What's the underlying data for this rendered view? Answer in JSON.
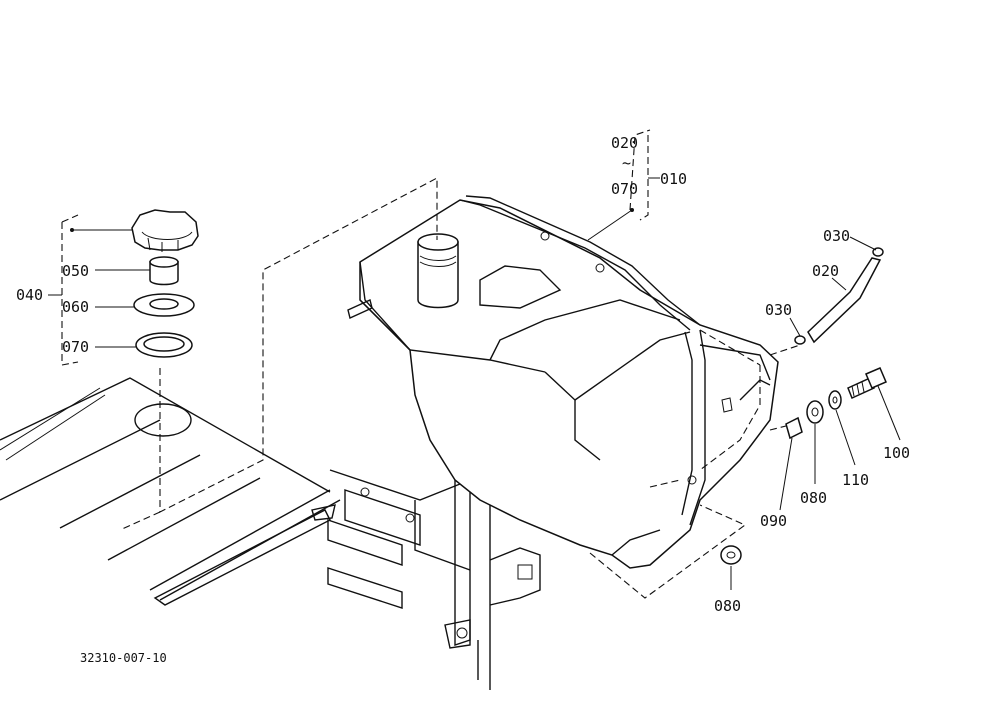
{
  "diagram": {
    "drawing_number": "32310-007-10",
    "callouts": {
      "c_020_top": "020",
      "c_wave": "~",
      "c_070_top": "070",
      "c_010": "010",
      "c_040": "040",
      "c_050": "050",
      "c_060": "060",
      "c_070_left": "070",
      "c_030_top": "030",
      "c_020_right": "020",
      "c_030_mid": "030",
      "c_100": "100",
      "c_110": "110",
      "c_080_right": "080",
      "c_090": "090",
      "c_080_bottom": "080"
    }
  }
}
